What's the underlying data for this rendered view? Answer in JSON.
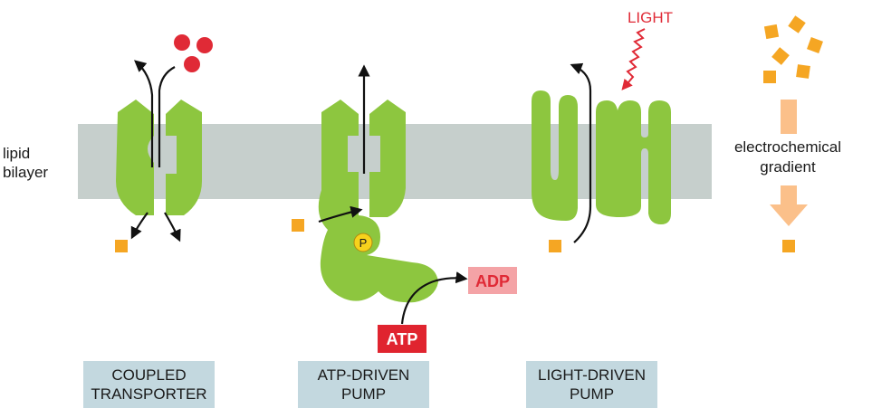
{
  "labels": {
    "lipid": "lipid",
    "bilayer": "bilayer",
    "light": "LIGHT",
    "gradient_line1": "electrochemical",
    "gradient_line2": "gradient",
    "phosphate": "P",
    "adp": "ADP",
    "atp": "ATP"
  },
  "captions": {
    "coupled": [
      "COUPLED",
      "TRANSPORTER"
    ],
    "atp_pump": [
      "ATP-DRIVEN",
      "PUMP"
    ],
    "light_pump": [
      "LIGHT-DRIVEN",
      "PUMP"
    ]
  },
  "colors": {
    "membrane": "#c6cfcc",
    "protein": "#8dc63f",
    "solute": "#f5a623",
    "ion": "#e02a36",
    "caption_bg": "#c3d8df",
    "adp_bg": "#f4a3a6",
    "atp_bg": "#e0242f",
    "gradient_arrow": "#fbc08a",
    "phosphate": "#f7d21c"
  }
}
